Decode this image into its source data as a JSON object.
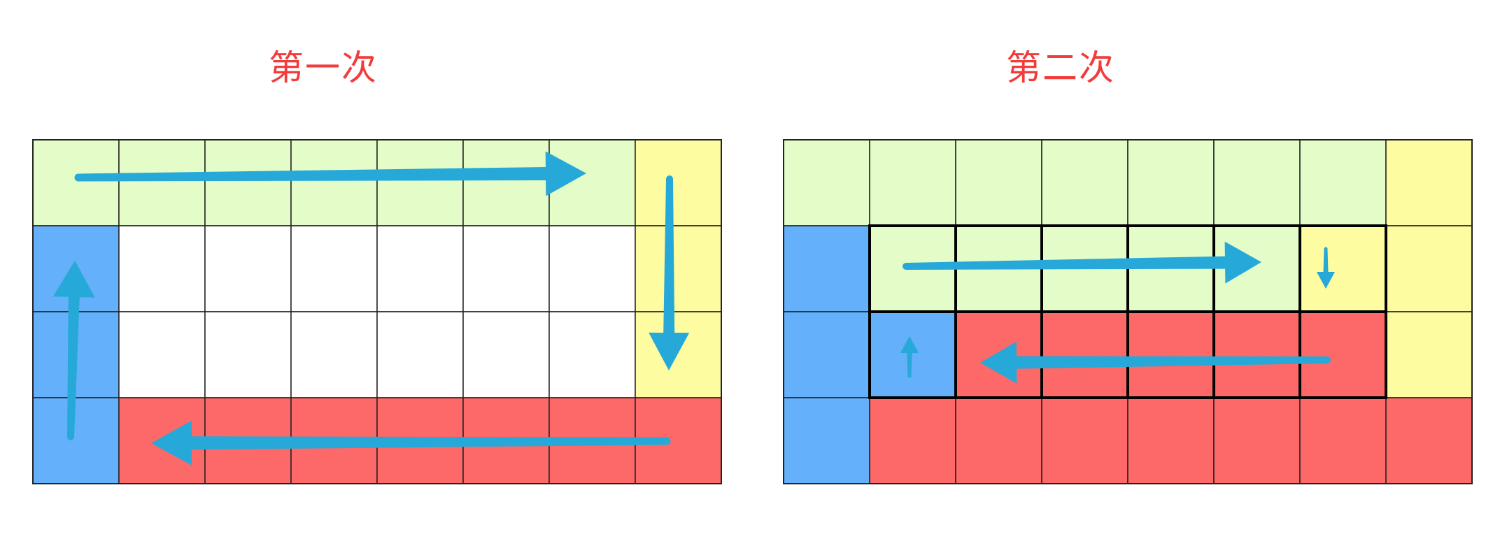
{
  "panels": [
    {
      "title": "第一次",
      "rows": 4,
      "cols": 8,
      "cells": [
        [
          "green",
          "green",
          "green",
          "green",
          "green",
          "green",
          "green",
          "yellow"
        ],
        [
          "blue",
          "white",
          "white",
          "white",
          "white",
          "white",
          "white",
          "yellow"
        ],
        [
          "blue",
          "white",
          "white",
          "white",
          "white",
          "white",
          "white",
          "yellow"
        ],
        [
          "blue",
          "red",
          "red",
          "red",
          "red",
          "red",
          "red",
          "red"
        ]
      ],
      "arrows": [
        {
          "name": "arrow-right",
          "direction": "right"
        },
        {
          "name": "arrow-down",
          "direction": "down"
        },
        {
          "name": "arrow-left",
          "direction": "left"
        },
        {
          "name": "arrow-up",
          "direction": "up"
        }
      ],
      "highlight": null
    },
    {
      "title": "第二次",
      "rows": 4,
      "cols": 8,
      "cells": [
        [
          "green",
          "green",
          "green",
          "green",
          "green",
          "green",
          "green",
          "yellow"
        ],
        [
          "blue",
          "green",
          "green",
          "green",
          "green",
          "green",
          "yellow",
          "yellow"
        ],
        [
          "blue",
          "blue",
          "red",
          "red",
          "red",
          "red",
          "red",
          "yellow"
        ],
        [
          "blue",
          "red",
          "red",
          "red",
          "red",
          "red",
          "red",
          "red"
        ]
      ],
      "arrows": [
        {
          "name": "arrow-right",
          "direction": "right"
        },
        {
          "name": "arrow-down",
          "direction": "down"
        },
        {
          "name": "arrow-left",
          "direction": "left"
        },
        {
          "name": "arrow-up",
          "direction": "up"
        }
      ],
      "highlight": {
        "row_start": 1,
        "row_end": 2,
        "col_start": 1,
        "col_end": 6
      }
    }
  ],
  "colors": {
    "green": "#e4fdc8",
    "yellow": "#fdfca0",
    "blue": "#64b0fa",
    "red": "#fd6868",
    "white": "#ffffff",
    "grid": "#222222",
    "arrow": "#26a9d8",
    "title": "#f23c3c"
  }
}
